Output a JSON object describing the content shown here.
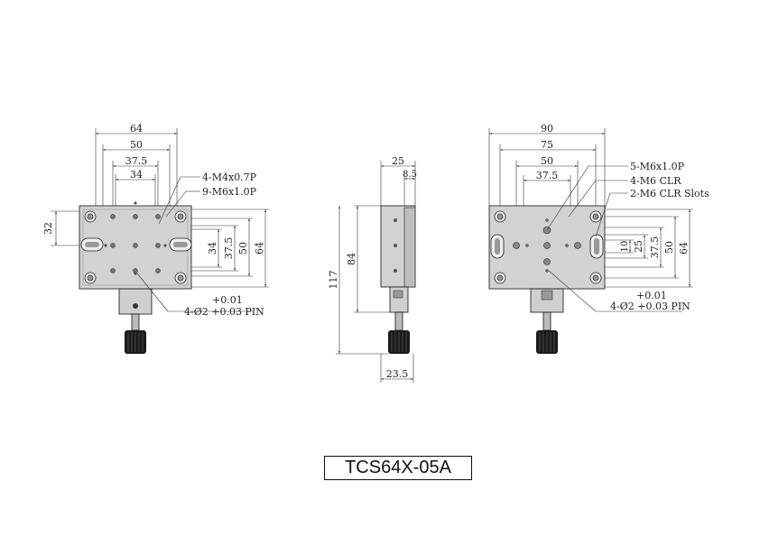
{
  "title": "TCS64X-05A",
  "front_view": {
    "dims": {
      "d64": "64",
      "d50": "50",
      "d375": "37.5",
      "d34": "34",
      "d32": "32",
      "r34": "34",
      "r375": "37.5",
      "r50": "50",
      "r64": "64"
    },
    "callouts": {
      "c1": "4-M4x0.7P",
      "c2": "9-M6x1.0P",
      "tol": "+0.01",
      "pin": "4-Ø2 +0.03 PIN"
    }
  },
  "side_view": {
    "dims": {
      "d25": "25",
      "d85": "8.5",
      "d84": "84",
      "d117": "117",
      "d235": "23.5"
    }
  },
  "bottom_view": {
    "dims": {
      "d90": "90",
      "d75": "75",
      "d50": "50",
      "d375": "37.5",
      "r10": "10",
      "r25": "25",
      "r375": "37.5",
      "r50": "50",
      "r64": "64"
    },
    "callouts": {
      "c1": "5-M6x1.0P",
      "c2": "4-M6 CLR",
      "c3": "2-M6 CLR Slots",
      "tol": "+0.01",
      "pin": "4-Ø2 +0.03 PIN"
    }
  },
  "colors": {
    "part_fill": "#c9c9c9",
    "part_dark": "#8a8a8a",
    "knob": "#1a1a1a"
  }
}
